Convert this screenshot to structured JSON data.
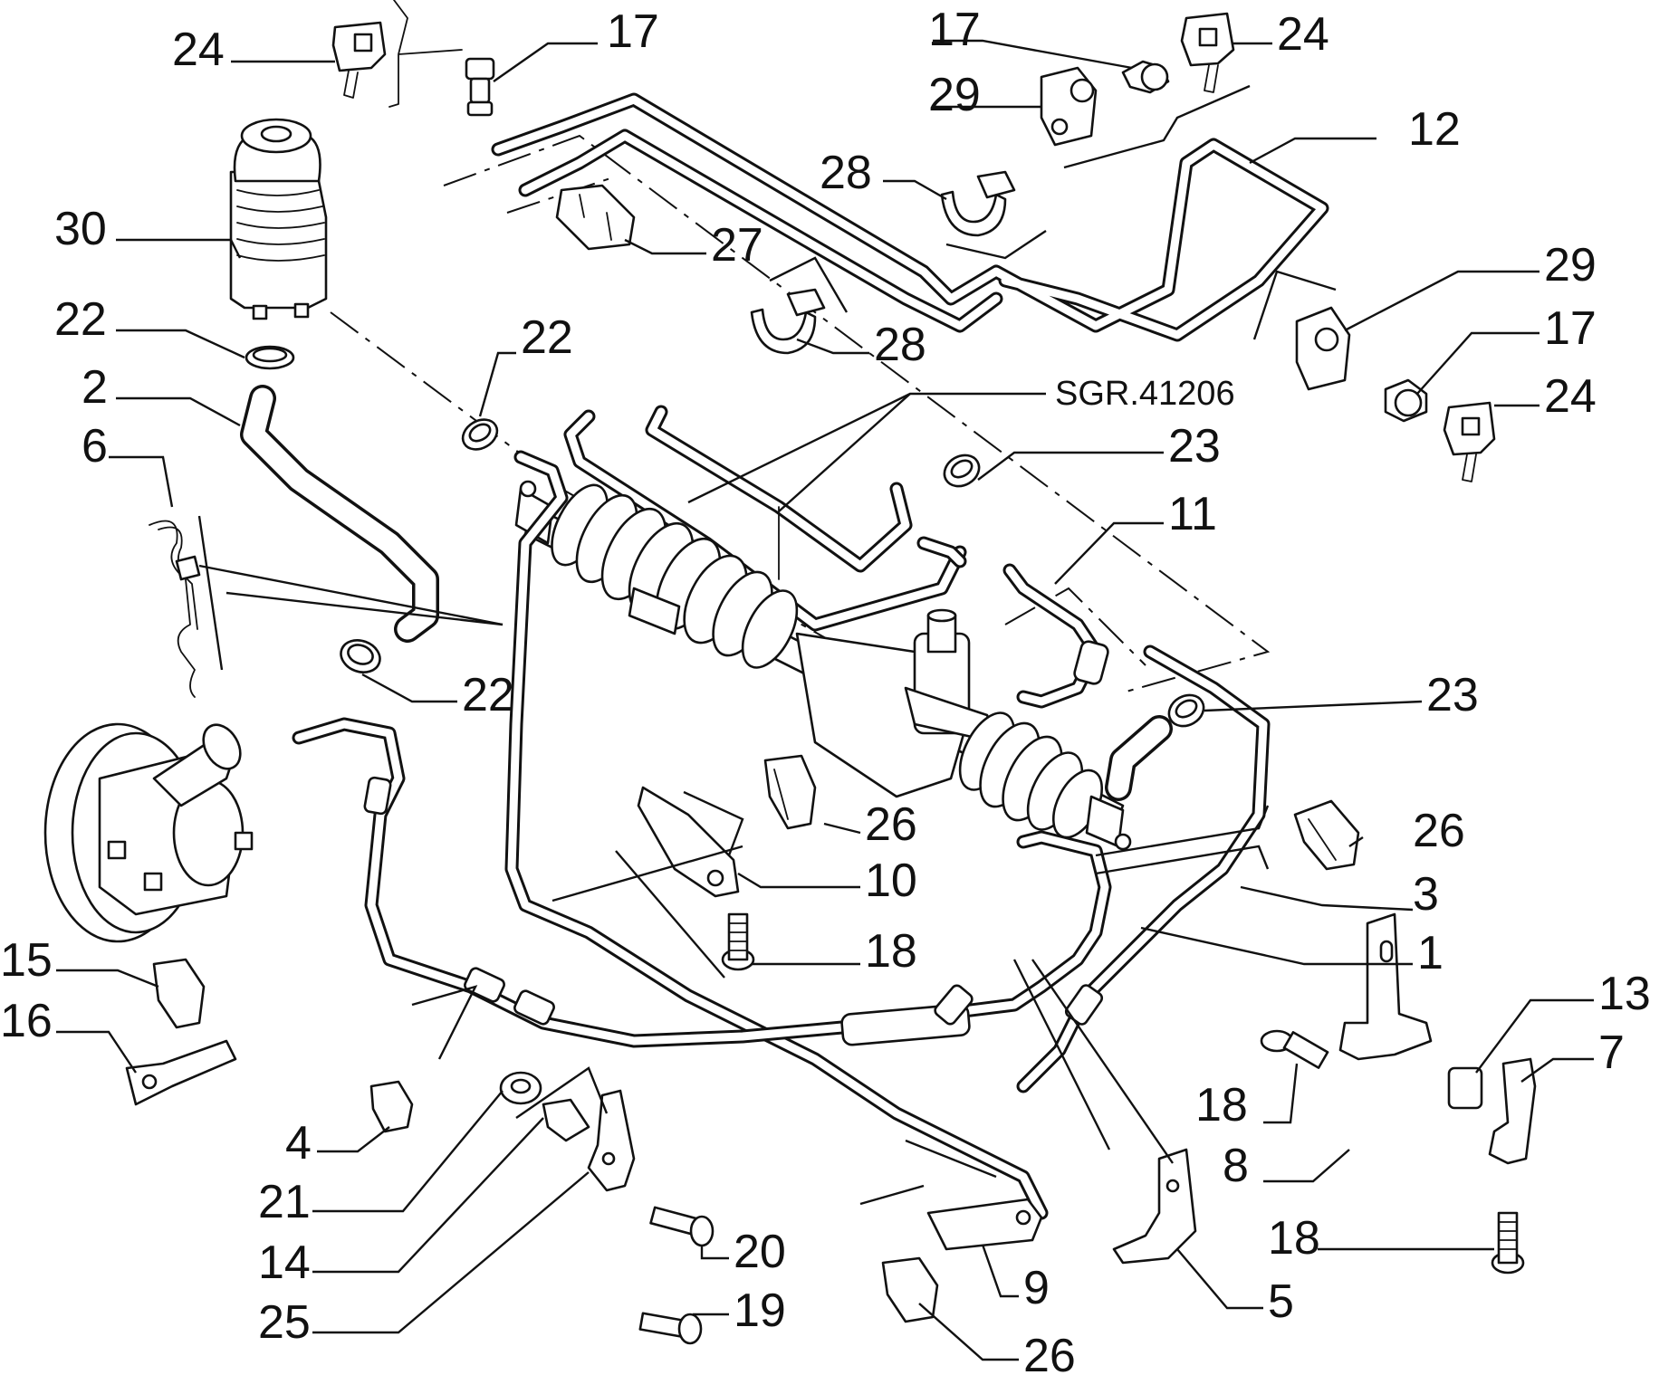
{
  "diagram": {
    "drawing_code": "SGR.41206",
    "callouts": [
      {
        "id": "c-24a",
        "text": "24"
      },
      {
        "id": "c-17a",
        "text": "17"
      },
      {
        "id": "c-30",
        "text": "30"
      },
      {
        "id": "c-22a",
        "text": "22"
      },
      {
        "id": "c-2",
        "text": "2"
      },
      {
        "id": "c-6",
        "text": "6"
      },
      {
        "id": "c-22b",
        "text": "22"
      },
      {
        "id": "c-22c",
        "text": "22"
      },
      {
        "id": "c-17b",
        "text": "17"
      },
      {
        "id": "c-29a",
        "text": "29"
      },
      {
        "id": "c-24b",
        "text": "24"
      },
      {
        "id": "c-12",
        "text": "12"
      },
      {
        "id": "c-28a",
        "text": "28"
      },
      {
        "id": "c-27",
        "text": "27"
      },
      {
        "id": "c-28b",
        "text": "28"
      },
      {
        "id": "c-29b",
        "text": "29"
      },
      {
        "id": "c-17c",
        "text": "17"
      },
      {
        "id": "c-24c",
        "text": "24"
      },
      {
        "id": "c-23a",
        "text": "23"
      },
      {
        "id": "c-11",
        "text": "11"
      },
      {
        "id": "c-23b",
        "text": "23"
      },
      {
        "id": "c-26a",
        "text": "26"
      },
      {
        "id": "c-26b",
        "text": "26"
      },
      {
        "id": "c-10",
        "text": "10"
      },
      {
        "id": "c-3",
        "text": "3"
      },
      {
        "id": "c-18a",
        "text": "18"
      },
      {
        "id": "c-1",
        "text": "1"
      },
      {
        "id": "c-15",
        "text": "15"
      },
      {
        "id": "c-16",
        "text": "16"
      },
      {
        "id": "c-13",
        "text": "13"
      },
      {
        "id": "c-7",
        "text": "7"
      },
      {
        "id": "c-18b",
        "text": "18"
      },
      {
        "id": "c-8",
        "text": "8"
      },
      {
        "id": "c-4",
        "text": "4"
      },
      {
        "id": "c-18c",
        "text": "18"
      },
      {
        "id": "c-21",
        "text": "21"
      },
      {
        "id": "c-20",
        "text": "20"
      },
      {
        "id": "c-14",
        "text": "14"
      },
      {
        "id": "c-9",
        "text": "9"
      },
      {
        "id": "c-5",
        "text": "5"
      },
      {
        "id": "c-25",
        "text": "25"
      },
      {
        "id": "c-19",
        "text": "19"
      },
      {
        "id": "c-26c",
        "text": "26"
      }
    ]
  }
}
